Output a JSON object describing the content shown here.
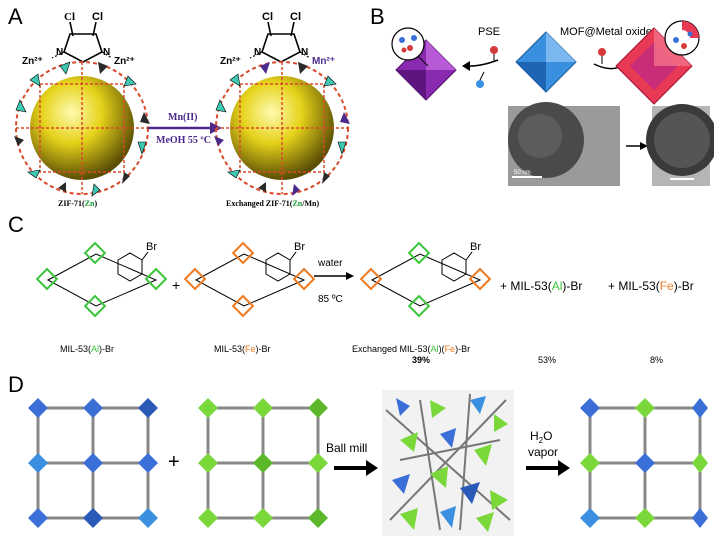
{
  "colors": {
    "zn_green": "#1a9a3a",
    "mn_purple": "#4b2a8c",
    "al_green": "#3cc43c",
    "fe_orange": "#f07a20",
    "cage_yellow": "#e6d21a",
    "cage_red": "#d94a2a",
    "teal": "#3fc7b2",
    "blue_oct": "#3a8fe0",
    "purple_oct": "#8a2ab0",
    "red_oct": "#e83a55"
  },
  "panelA": {
    "letter": "A",
    "ligand_left": {
      "cl1": "Cl",
      "cl2": "Cl",
      "n1": "N",
      "n2": "N",
      "zn_left": "Zn²⁺",
      "zn_right": "Zn²⁺"
    },
    "ligand_right": {
      "cl1": "Cl",
      "cl2": "Cl",
      "n1": "N",
      "n2": "N",
      "zn_left": "Zn²⁺",
      "mn_right": "Mn²⁺"
    },
    "arrow_top": "Mn(II)",
    "arrow_bottom": "MeOH  55 ºC",
    "caption_left_prefix": "ZIF-71(",
    "caption_left_metal": "Zn",
    "caption_left_suffix": ")",
    "caption_right_prefix": "Exchanged ZIF-71(",
    "caption_right_metal1": "Zn",
    "caption_right_sep": "/Mn)"
  },
  "panelB": {
    "letter": "B",
    "pse": "PSE",
    "mof_metal_oxide": "MOF@Metal oxide",
    "scale_bar": "50 nm"
  },
  "panelC": {
    "letter": "C",
    "br": "Br",
    "plus": "+",
    "water": "water",
    "temp": "85 ºC",
    "mil_al_prefix": "MIL-53(",
    "mil_al_metal": "Al",
    "mil_al_suffix": ")-Br",
    "mil_fe_prefix": "MIL-53(",
    "mil_fe_metal": "Fe",
    "mil_fe_suffix": ")-Br",
    "exchanged_prefix": "Exchanged MIL-53(",
    "exchanged_al": "Al",
    "exchanged_mid": ")(",
    "exchanged_fe": "Fe",
    "exchanged_suffix": ")-Br",
    "exchanged_pct": "39%",
    "plus_al_prefix": "+ MIL-53(",
    "plus_al_metal": "Al",
    "plus_al_suffix": ")-Br",
    "plus_al_pct": "53%",
    "plus_fe_prefix": "+ MIL-53(",
    "plus_fe_metal": "Fe",
    "plus_fe_suffix": ")-Br",
    "plus_fe_pct": "8%"
  },
  "panelD": {
    "letter": "D",
    "plus": "+",
    "ball_mill": "Ball mill",
    "h2o": "H",
    "h2o_sub": "2",
    "h2o_o": "O",
    "vapor": "vapor"
  }
}
